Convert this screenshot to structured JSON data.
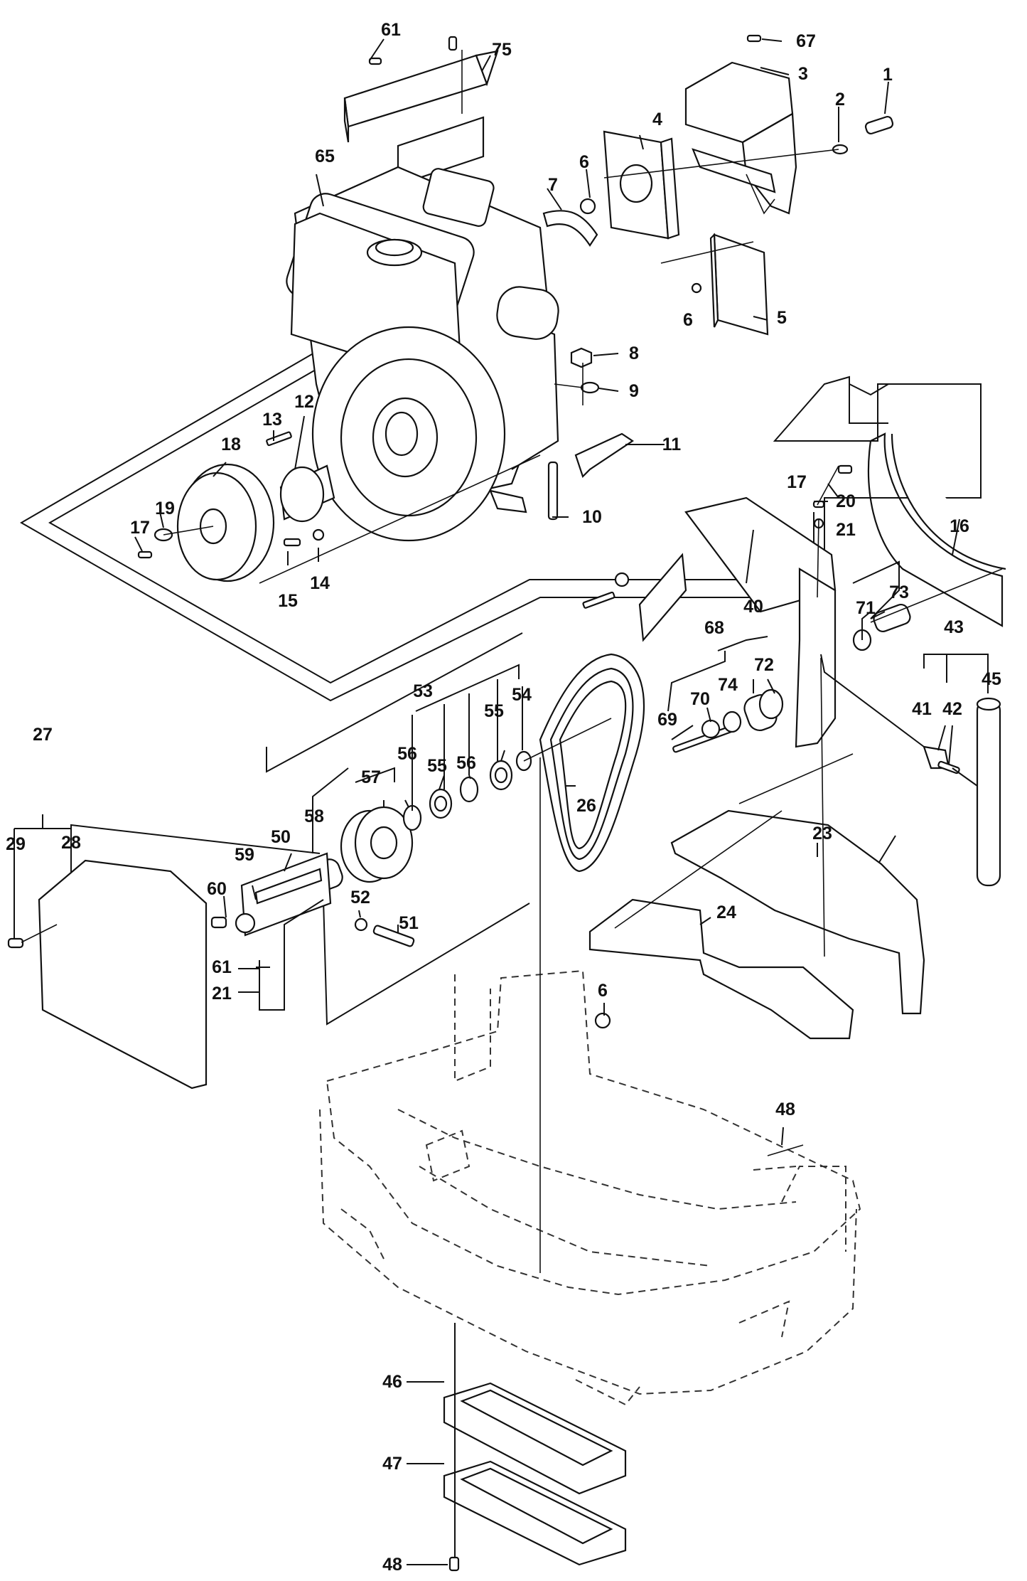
{
  "diagram": {
    "callouts": [
      {
        "id": "c61a",
        "label": "61"
      },
      {
        "id": "c75",
        "label": "75"
      },
      {
        "id": "c67",
        "label": "67"
      },
      {
        "id": "c3",
        "label": "3"
      },
      {
        "id": "c1",
        "label": "1"
      },
      {
        "id": "c2",
        "label": "2"
      },
      {
        "id": "c65",
        "label": "65"
      },
      {
        "id": "c4",
        "label": "4"
      },
      {
        "id": "c6a",
        "label": "6"
      },
      {
        "id": "c7",
        "label": "7"
      },
      {
        "id": "c6b",
        "label": "6"
      },
      {
        "id": "c5",
        "label": "5"
      },
      {
        "id": "c8",
        "label": "8"
      },
      {
        "id": "c9",
        "label": "9"
      },
      {
        "id": "c13",
        "label": "13"
      },
      {
        "id": "c12",
        "label": "12"
      },
      {
        "id": "c11",
        "label": "11"
      },
      {
        "id": "c18",
        "label": "18"
      },
      {
        "id": "c19",
        "label": "19"
      },
      {
        "id": "c17a",
        "label": "17"
      },
      {
        "id": "c10",
        "label": "10"
      },
      {
        "id": "c17b",
        "label": "17"
      },
      {
        "id": "c20",
        "label": "20"
      },
      {
        "id": "c21a",
        "label": "21"
      },
      {
        "id": "c16",
        "label": "16"
      },
      {
        "id": "c15",
        "label": "15"
      },
      {
        "id": "c14",
        "label": "14"
      },
      {
        "id": "c40",
        "label": "40"
      },
      {
        "id": "c73",
        "label": "73"
      },
      {
        "id": "c71",
        "label": "71"
      },
      {
        "id": "c43",
        "label": "43"
      },
      {
        "id": "c68",
        "label": "68"
      },
      {
        "id": "c72",
        "label": "72"
      },
      {
        "id": "c53",
        "label": "53"
      },
      {
        "id": "c55a",
        "label": "55"
      },
      {
        "id": "c54",
        "label": "54"
      },
      {
        "id": "c41",
        "label": "41"
      },
      {
        "id": "c42",
        "label": "42"
      },
      {
        "id": "c45",
        "label": "45"
      },
      {
        "id": "c74",
        "label": "74"
      },
      {
        "id": "c70",
        "label": "70"
      },
      {
        "id": "c69",
        "label": "69"
      },
      {
        "id": "c27",
        "label": "27"
      },
      {
        "id": "c56a",
        "label": "56"
      },
      {
        "id": "c56b",
        "label": "56"
      },
      {
        "id": "c55b",
        "label": "55"
      },
      {
        "id": "c57",
        "label": "57"
      },
      {
        "id": "c26",
        "label": "26"
      },
      {
        "id": "c29",
        "label": "29"
      },
      {
        "id": "c28",
        "label": "28"
      },
      {
        "id": "c58",
        "label": "58"
      },
      {
        "id": "c50",
        "label": "50"
      },
      {
        "id": "c23",
        "label": "23"
      },
      {
        "id": "c59",
        "label": "59"
      },
      {
        "id": "c60",
        "label": "60"
      },
      {
        "id": "c52",
        "label": "52"
      },
      {
        "id": "c24",
        "label": "24"
      },
      {
        "id": "c51",
        "label": "51"
      },
      {
        "id": "c61b",
        "label": "61"
      },
      {
        "id": "c21b",
        "label": "21"
      },
      {
        "id": "c6c",
        "label": "6"
      },
      {
        "id": "c48a",
        "label": "48"
      },
      {
        "id": "c46",
        "label": "46"
      },
      {
        "id": "c47",
        "label": "47"
      },
      {
        "id": "c48b",
        "label": "48"
      }
    ]
  }
}
